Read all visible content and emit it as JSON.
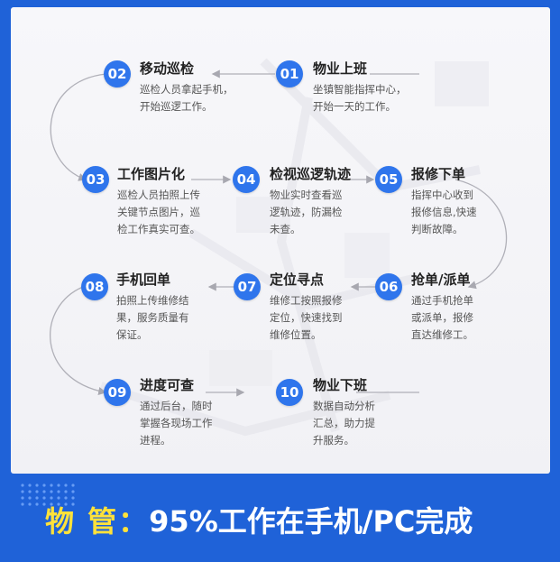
{
  "steps": [
    {
      "num": "01",
      "title": "物业上班",
      "desc": [
        "坐镇智能指挥中心，",
        "开始一天的工作。"
      ]
    },
    {
      "num": "02",
      "title": "移动巡检",
      "desc": [
        "巡检人员拿起手机，",
        "开始巡逻工作。"
      ]
    },
    {
      "num": "03",
      "title": "工作图片化",
      "desc": [
        "巡检人员拍照上传",
        "关键节点图片，巡",
        "检工作真实可查。"
      ]
    },
    {
      "num": "04",
      "title": "检视巡逻轨迹",
      "desc": [
        "物业实时查看巡",
        "逻轨迹，防漏检",
        "未查。"
      ]
    },
    {
      "num": "05",
      "title": "报修下单",
      "desc": [
        "指挥中心收到",
        "报修信息,快速",
        "判断故障。"
      ]
    },
    {
      "num": "06",
      "title": "抢单/派单",
      "desc": [
        "通过手机抢单",
        "或派单，报修",
        "直达维修工。"
      ]
    },
    {
      "num": "07",
      "title": "定位寻点",
      "desc": [
        "维修工按照报修",
        "定位，快速找到",
        "维修位置。"
      ]
    },
    {
      "num": "08",
      "title": "手机回单",
      "desc": [
        "拍照上传维修结",
        "果，服务质量有",
        "保证。"
      ]
    },
    {
      "num": "09",
      "title": "进度可查",
      "desc": [
        "通过后台，随时",
        "掌握各现场工作",
        "进程。"
      ]
    },
    {
      "num": "10",
      "title": "物业下班",
      "desc": [
        "数据自动分析",
        "汇总，助力提",
        "升服务。"
      ]
    }
  ],
  "banner": {
    "label": "物 管：",
    "text": "95%工作在手机/PC完成"
  },
  "colors": {
    "accent": "#2f75ec",
    "banner": "#1f62d8",
    "label": "#ffe23a"
  }
}
